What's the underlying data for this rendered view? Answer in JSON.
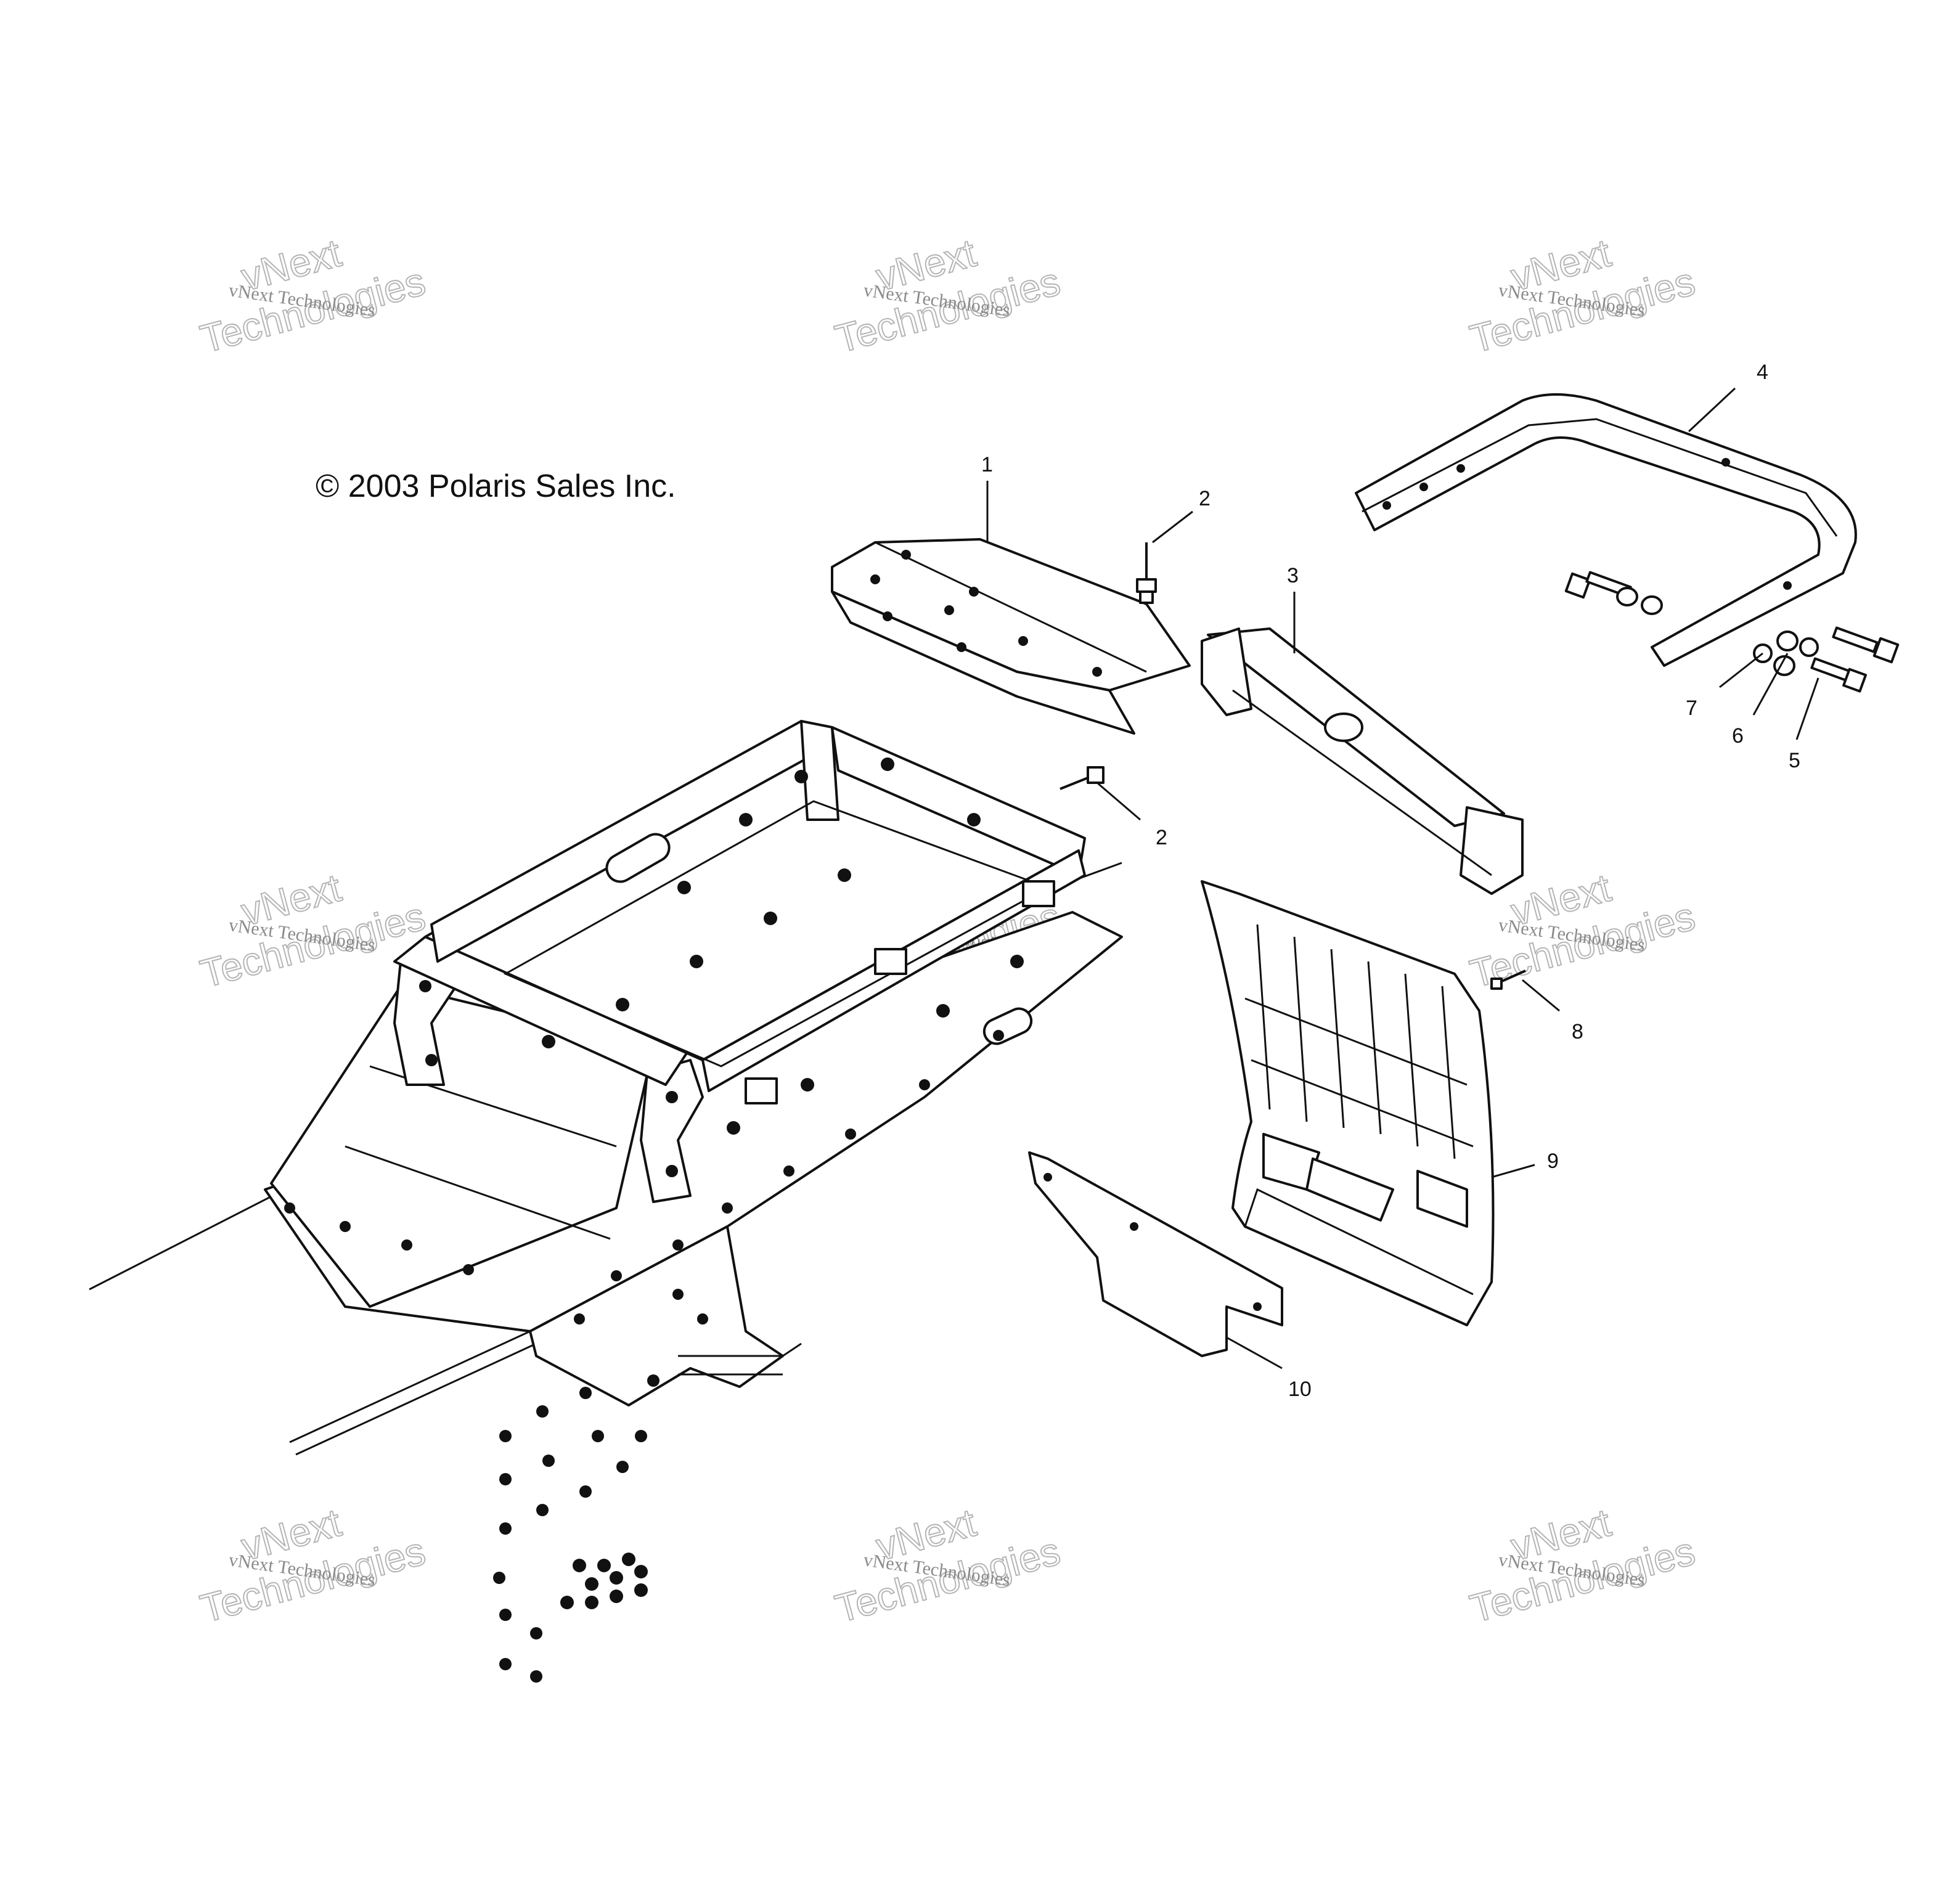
{
  "copyright": "© 2003 Polaris Sales Inc.",
  "watermark": {
    "line_small": "vNext Technologies",
    "line_big_a": "vNext",
    "line_big_b": "Technologies"
  },
  "callouts": {
    "c1": "1",
    "c2a": "2",
    "c2b": "2",
    "c3": "3",
    "c4": "4",
    "c5": "5",
    "c6": "6",
    "c7": "7",
    "c8": "8",
    "c9": "9",
    "c10": "10"
  },
  "colors": {
    "line": "#111111",
    "background": "#ffffff",
    "watermark": "#8a8a8a"
  }
}
